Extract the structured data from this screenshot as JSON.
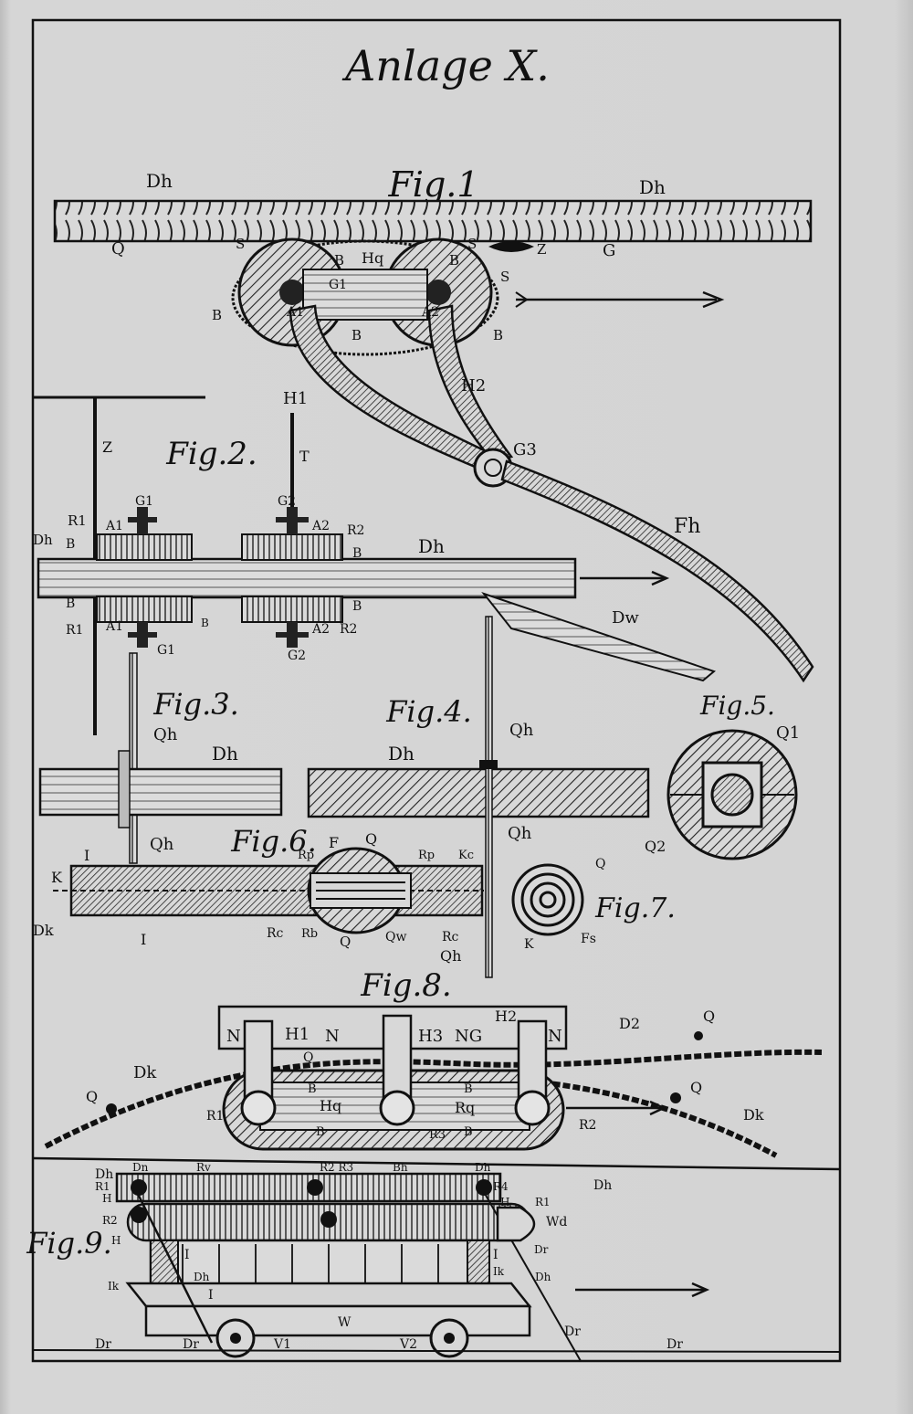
{
  "title": "Anlage X.",
  "figures": [
    {
      "id": "fig1",
      "caption": "Fig.1"
    },
    {
      "id": "fig2",
      "caption": "Fig.2."
    },
    {
      "id": "fig3",
      "caption": "Fig.3."
    },
    {
      "id": "fig4",
      "caption": "Fig.4."
    },
    {
      "id": "fig5",
      "caption": "Fig.5."
    },
    {
      "id": "fig6",
      "caption": "Fig.6."
    },
    {
      "id": "fig7",
      "caption": "Fig.7."
    },
    {
      "id": "fig8",
      "caption": "Fig.8."
    },
    {
      "id": "fig9",
      "caption": "Fig.9."
    }
  ],
  "labels": {
    "fig1": [
      "Dh",
      "Dh",
      "Q",
      "G",
      "S",
      "S",
      "S",
      "B",
      "B",
      "B",
      "B",
      "B",
      "Hq",
      "G1",
      "A1",
      "A2",
      "Z",
      "H1",
      "H2",
      "G3",
      "Fh"
    ],
    "fig2": [
      "Z",
      "T",
      "G1",
      "G2",
      "R1",
      "A1",
      "A2",
      "R2",
      "Dh",
      "B",
      "B",
      "B",
      "B",
      "Dh",
      "R1",
      "A1",
      "A2",
      "R2",
      "G1",
      "G2",
      "B",
      "Dw"
    ],
    "fig3": [
      "Qh",
      "Dh",
      "Qh"
    ],
    "fig4": [
      "Qh",
      "Dh",
      "Qh",
      "Qh"
    ],
    "fig5": [
      "Q1",
      "Q2"
    ],
    "fig6": [
      "I",
      "K",
      "Dk",
      "I",
      "F",
      "Q",
      "Rp",
      "Rp",
      "Kc",
      "Rc",
      "Rb",
      "Q",
      "Qw",
      "Rc"
    ],
    "fig7": [
      "Q",
      "K",
      "Fs"
    ],
    "fig8": [
      "N",
      "H1",
      "N",
      "H3",
      "NG",
      "H2",
      "N",
      "D2",
      "Q",
      "Q",
      "Dk",
      "Q",
      "R1",
      "Hq",
      "B",
      "B",
      "R3",
      "Rq",
      "B",
      "B",
      "R2",
      "Q",
      "Dk"
    ],
    "fig9": [
      "Dh",
      "Dn",
      "Rv",
      "R2 R3",
      "Bh",
      "Dh",
      "Dh",
      "R1",
      "H",
      "R1",
      "R4",
      "H",
      "R2",
      "H",
      "Wd",
      "Dr",
      "Dh",
      "I",
      "I",
      "Ik",
      "Ik",
      "I",
      "Dh",
      "W",
      "Dr",
      "V1",
      "V2",
      "Dr",
      "Dr",
      "Dr"
    ]
  }
}
